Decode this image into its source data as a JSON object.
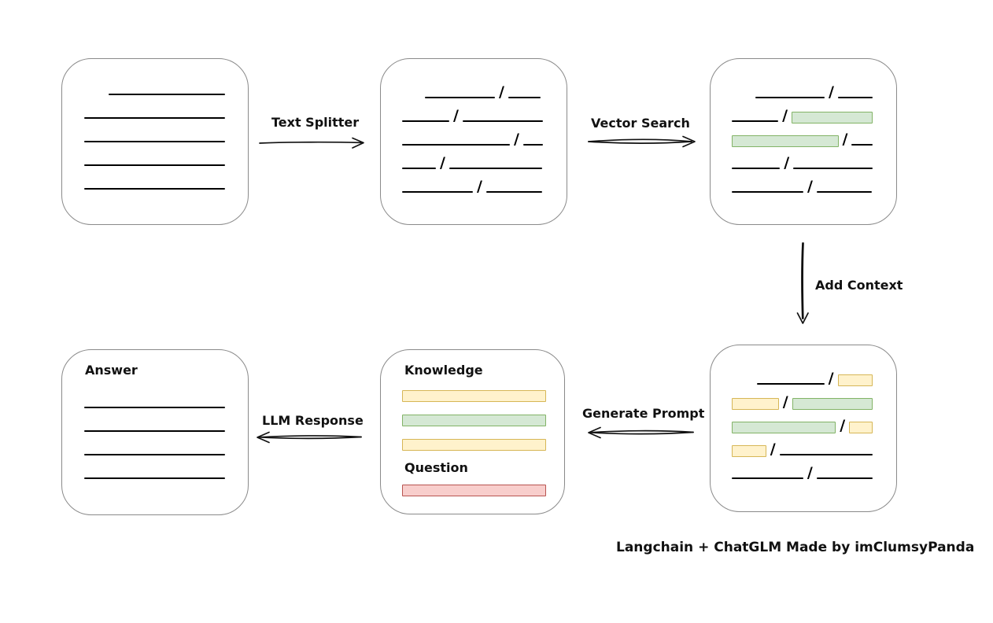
{
  "diagram": {
    "caption": "Langchain + ChatGLM Made by imClumsyPanda",
    "slash": "/",
    "labels": {
      "text_splitter": "Text Splitter",
      "vector_search": "Vector Search",
      "add_context": "Add Context",
      "generate_prompt": "Generate Prompt",
      "llm_response": "LLM Response",
      "knowledge": "Knowledge",
      "question": "Question",
      "answer": "Answer"
    },
    "colors": {
      "green_fill": "#d5e8d4",
      "green_border": "#82b366",
      "yellow_fill": "#fff2cc",
      "yellow_border": "#d6b656",
      "red_fill": "#f8cecc",
      "red_border": "#b85450"
    },
    "boxes": {
      "document": {
        "lines": [
          {
            "w": 148,
            "ind": 31
          },
          {
            "w": 179
          },
          {
            "w": 179
          },
          {
            "w": 179
          },
          {
            "w": 179
          }
        ]
      },
      "split_chunks": {
        "rows": [
          [
            {
              "t": "line",
              "w": 89,
              "ind": 29
            },
            {
              "t": "slash"
            },
            {
              "t": "line",
              "w": 41
            }
          ],
          [
            {
              "t": "line",
              "w": 60
            },
            {
              "t": "slash"
            },
            {
              "t": "line",
              "w": 102
            }
          ],
          [
            {
              "t": "line",
              "w": 137
            },
            {
              "t": "slash"
            },
            {
              "t": "line",
              "w": 25
            }
          ],
          [
            {
              "t": "line",
              "w": 43
            },
            {
              "t": "slash"
            },
            {
              "t": "line",
              "w": 118
            }
          ],
          [
            {
              "t": "line",
              "w": 90
            },
            {
              "t": "slash"
            },
            {
              "t": "line",
              "w": 71
            }
          ]
        ]
      },
      "matched_chunks": {
        "rows": [
          [
            {
              "t": "line",
              "w": 90,
              "ind": 30
            },
            {
              "t": "slash"
            },
            {
              "t": "line",
              "w": 45
            }
          ],
          [
            {
              "t": "line",
              "w": 62
            },
            {
              "t": "slash"
            },
            {
              "t": "green",
              "w": 108
            }
          ],
          [
            {
              "t": "green",
              "w": 138
            },
            {
              "t": "slash"
            },
            {
              "t": "line",
              "w": 27
            }
          ],
          [
            {
              "t": "line",
              "w": 62
            },
            {
              "t": "slash"
            },
            {
              "t": "line",
              "w": 102
            }
          ],
          [
            {
              "t": "line",
              "w": 91
            },
            {
              "t": "slash"
            },
            {
              "t": "line",
              "w": 70
            }
          ]
        ]
      },
      "context_chunks": {
        "rows": [
          [
            {
              "t": "line",
              "w": 91,
              "ind": 32
            },
            {
              "t": "slash"
            },
            {
              "t": "yellow",
              "w": 47
            }
          ],
          [
            {
              "t": "yellow",
              "w": 63
            },
            {
              "t": "slash"
            },
            {
              "t": "green",
              "w": 108
            }
          ],
          [
            {
              "t": "green",
              "w": 138
            },
            {
              "t": "slash"
            },
            {
              "t": "yellow",
              "w": 31
            }
          ],
          [
            {
              "t": "yellow",
              "w": 45
            },
            {
              "t": "slash"
            },
            {
              "t": "line",
              "w": 122
            }
          ],
          [
            {
              "t": "line",
              "w": 92
            },
            {
              "t": "slash"
            },
            {
              "t": "line",
              "w": 72
            }
          ]
        ]
      },
      "prompt": {
        "knowledge_bars": [
          {
            "c": "yellow"
          },
          {
            "c": "green"
          },
          {
            "c": "yellow"
          }
        ],
        "question_bars": [
          {
            "c": "red"
          }
        ]
      },
      "answer": {
        "lines": [
          {
            "w": 179
          },
          {
            "w": 179
          },
          {
            "w": 179
          },
          {
            "w": 179
          }
        ]
      }
    }
  }
}
